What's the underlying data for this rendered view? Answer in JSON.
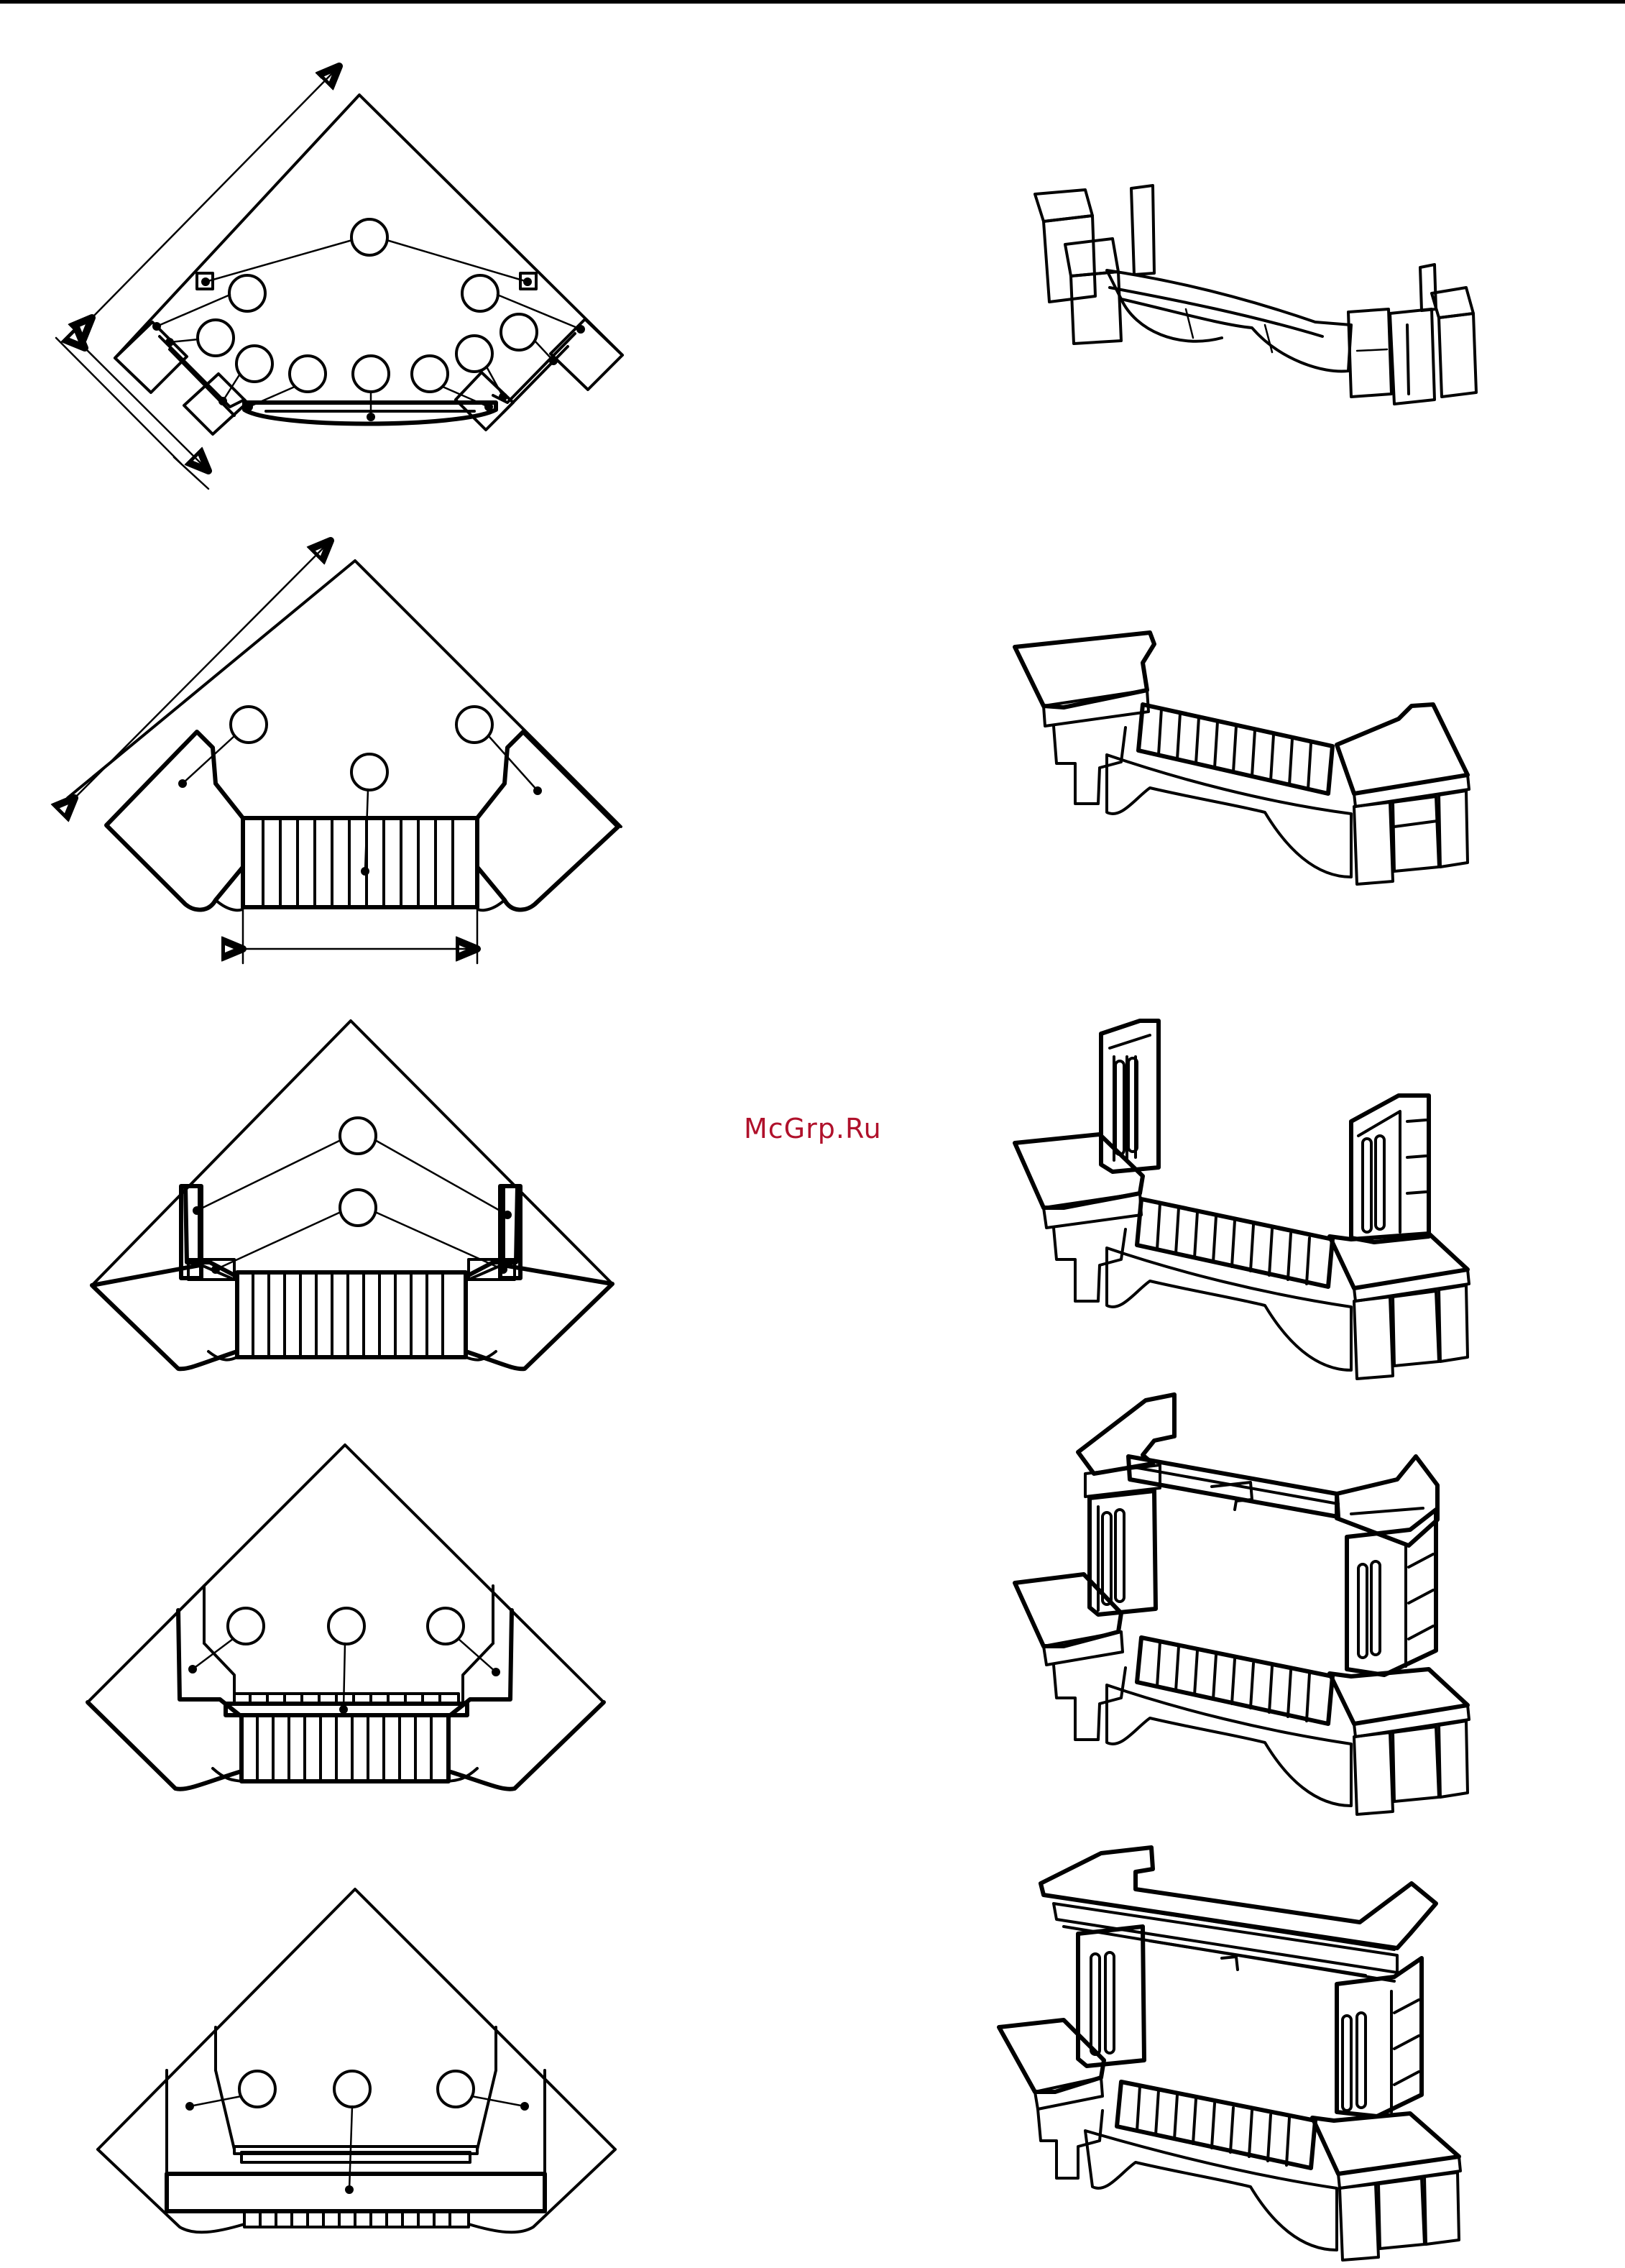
{
  "watermark": {
    "text": "McGrp.Ru",
    "color": "#b0112b"
  },
  "figure": {
    "rows": [
      {
        "id": "step-1",
        "plan": "corner-base-with-blocks",
        "callouts": 11
      },
      {
        "id": "step-2",
        "plan": "corner-hearth-slab",
        "callouts": 3
      },
      {
        "id": "step-3",
        "plan": "corner-side-pillars",
        "callouts": 2
      },
      {
        "id": "step-4",
        "plan": "corner-lintel",
        "callouts": 3
      },
      {
        "id": "step-5",
        "plan": "corner-mantel-shelf",
        "callouts": 3
      }
    ],
    "line_color": "#000000",
    "background": "#ffffff"
  }
}
